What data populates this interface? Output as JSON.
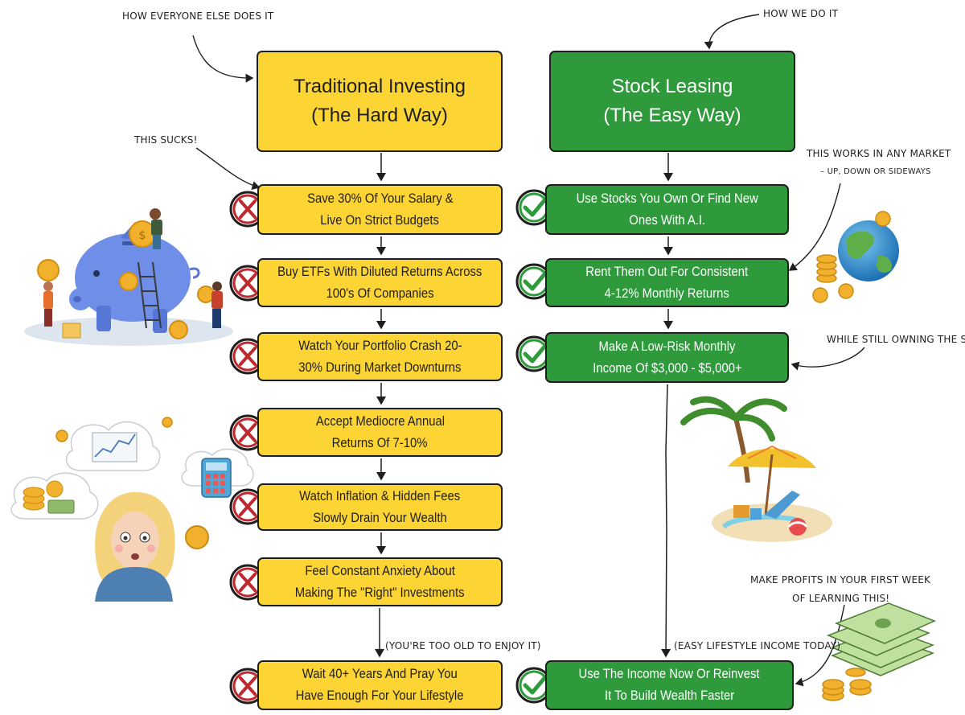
{
  "annotations": {
    "left_top": "HOW EVERYONE ELSE DOES IT",
    "right_top": "HOW WE DO IT",
    "this_sucks": "THIS SUCKS!",
    "any_market_1": "THIS WORKS IN ANY MARKET",
    "any_market_2": "– UP, DOWN OR SIDEWAYS",
    "still_owning": "WHILE STILL OWNING THE STOCKS",
    "first_week_1": "MAKE PROFITS IN YOUR FIRST WEEK",
    "first_week_2": "OF LEARNING THIS!",
    "too_old": "(YOU'RE TOO OLD TO ENJOY IT)",
    "easy_lifestyle": "(EASY LIFESTYLE INCOME TODAY)"
  },
  "traditional": {
    "header_line1": "Traditional Investing",
    "header_line2": "(The Hard Way)",
    "steps": [
      {
        "line1": "Save 30% Of Your Salary &",
        "line2": "Live On Strict Budgets"
      },
      {
        "line1": "Buy ETFs With Diluted Returns Across",
        "line2": "100's Of Companies"
      },
      {
        "line1": "Watch Your Portfolio Crash 20-",
        "line2": "30% During Market Downturns"
      },
      {
        "line1": "Accept Mediocre Annual",
        "line2": "Returns Of 7-10%"
      },
      {
        "line1": "Watch Inflation & Hidden Fees",
        "line2": "Slowly Drain Your Wealth"
      },
      {
        "line1": "Feel Constant Anxiety About",
        "line2": "Making The \"Right\" Investments"
      },
      {
        "line1": "Wait 40+ Years And Pray You",
        "line2": "Have Enough For Your Lifestyle"
      }
    ]
  },
  "leasing": {
    "header_line1": "Stock Leasing",
    "header_line2": "(The Easy Way)",
    "steps": [
      {
        "line1": "Use Stocks You Own Or Find New",
        "line2": "Ones With A.I."
      },
      {
        "line1": "Rent Them Out For Consistent",
        "line2": "4-12% Monthly Returns"
      },
      {
        "line1": "Make A Low-Risk Monthly",
        "line2": "Income Of $3,000 - $5,000+"
      },
      {
        "line1": "Use The Income Now Or Reinvest",
        "line2": "It To Build Wealth Faster"
      }
    ]
  },
  "colors": {
    "yellow": "#fcd433",
    "green": "#2e9a3b",
    "cross": "#c0282f",
    "check": "#2e9a3b"
  },
  "icons": {
    "cross": "cross-circle-icon",
    "check": "check-circle-icon"
  }
}
